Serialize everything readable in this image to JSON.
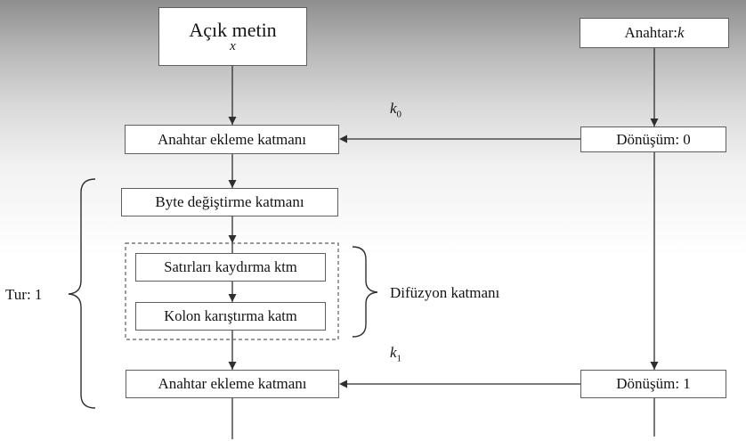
{
  "diagram": {
    "plaintext": {
      "title": "Açık metin",
      "variable": "x"
    },
    "key": {
      "prefix": "Anahtar: ",
      "variable": "k"
    },
    "add_key_1": "Anahtar ekleme katmanı",
    "byte_sub": "Byte değiştirme katmanı",
    "shift_rows": "Satırları kaydırma ktm",
    "mix_columns": "Kolon karıştırma katm",
    "diffusion": "Difüzyon katmanı",
    "add_key_2": "Anahtar ekleme katmanı",
    "transform_0": "Dönüşüm: 0",
    "transform_1": "Dönüşüm: 1",
    "round": "Tur: 1",
    "k0": {
      "base": "k",
      "sub": "0"
    },
    "k1": {
      "base": "k",
      "sub": "1"
    }
  },
  "colors": {
    "box_border": "#5f5f5f",
    "box_bg": "#ffffff",
    "line": "#2f2f2f",
    "text": "#141414"
  }
}
